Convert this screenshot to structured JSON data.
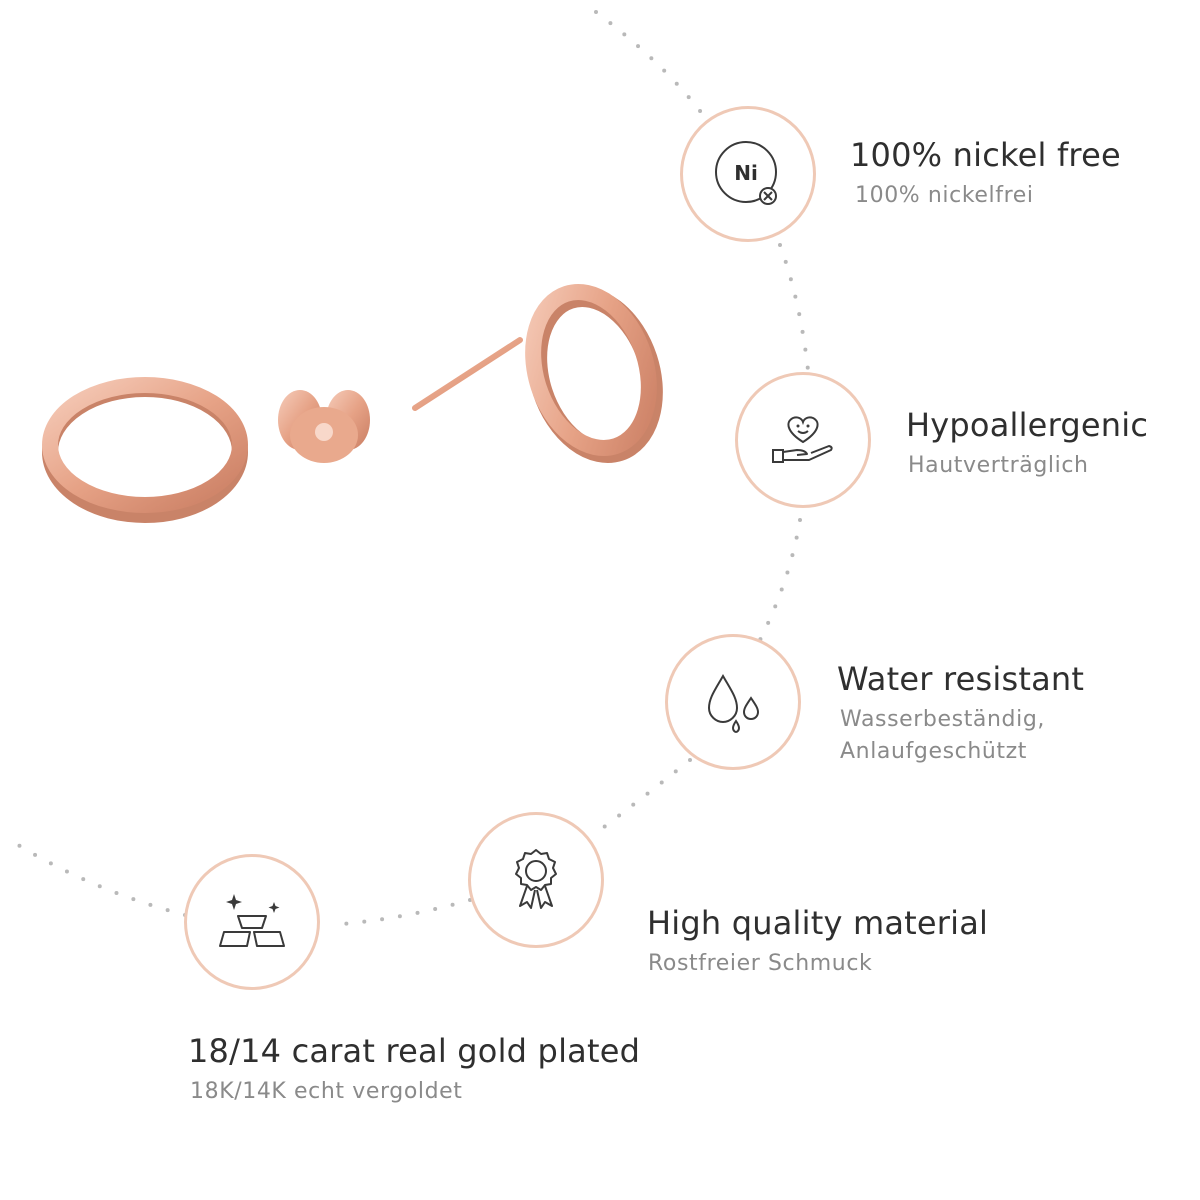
{
  "features": [
    {
      "title": "100% nickel free",
      "subtitle": "100% nickelfrei",
      "icon": "nickel-free-icon",
      "icon_text": "Ni"
    },
    {
      "title": "Hypoallergenic",
      "subtitle": "Hautverträglich",
      "icon": "heart-hand-icon"
    },
    {
      "title": "Water resistant",
      "subtitle_lines": [
        "Wasserbeständig,",
        "Anlaufgeschützt"
      ],
      "icon": "water-drops-icon"
    },
    {
      "title": "High quality material",
      "subtitle": "Rostfreier Schmuck",
      "icon": "quality-rosette-icon"
    },
    {
      "title": "18/14 carat real gold plated",
      "subtitle": "18K/14K echt vergoldet",
      "icon": "gold-bars-icon"
    }
  ],
  "colors": {
    "accent_ring": "#efc9b6",
    "rose_gold": "#e9a98d",
    "title_text": "#2f2f2f",
    "subtitle_text": "#8a8a8a",
    "dots": "#b9b9b9"
  }
}
